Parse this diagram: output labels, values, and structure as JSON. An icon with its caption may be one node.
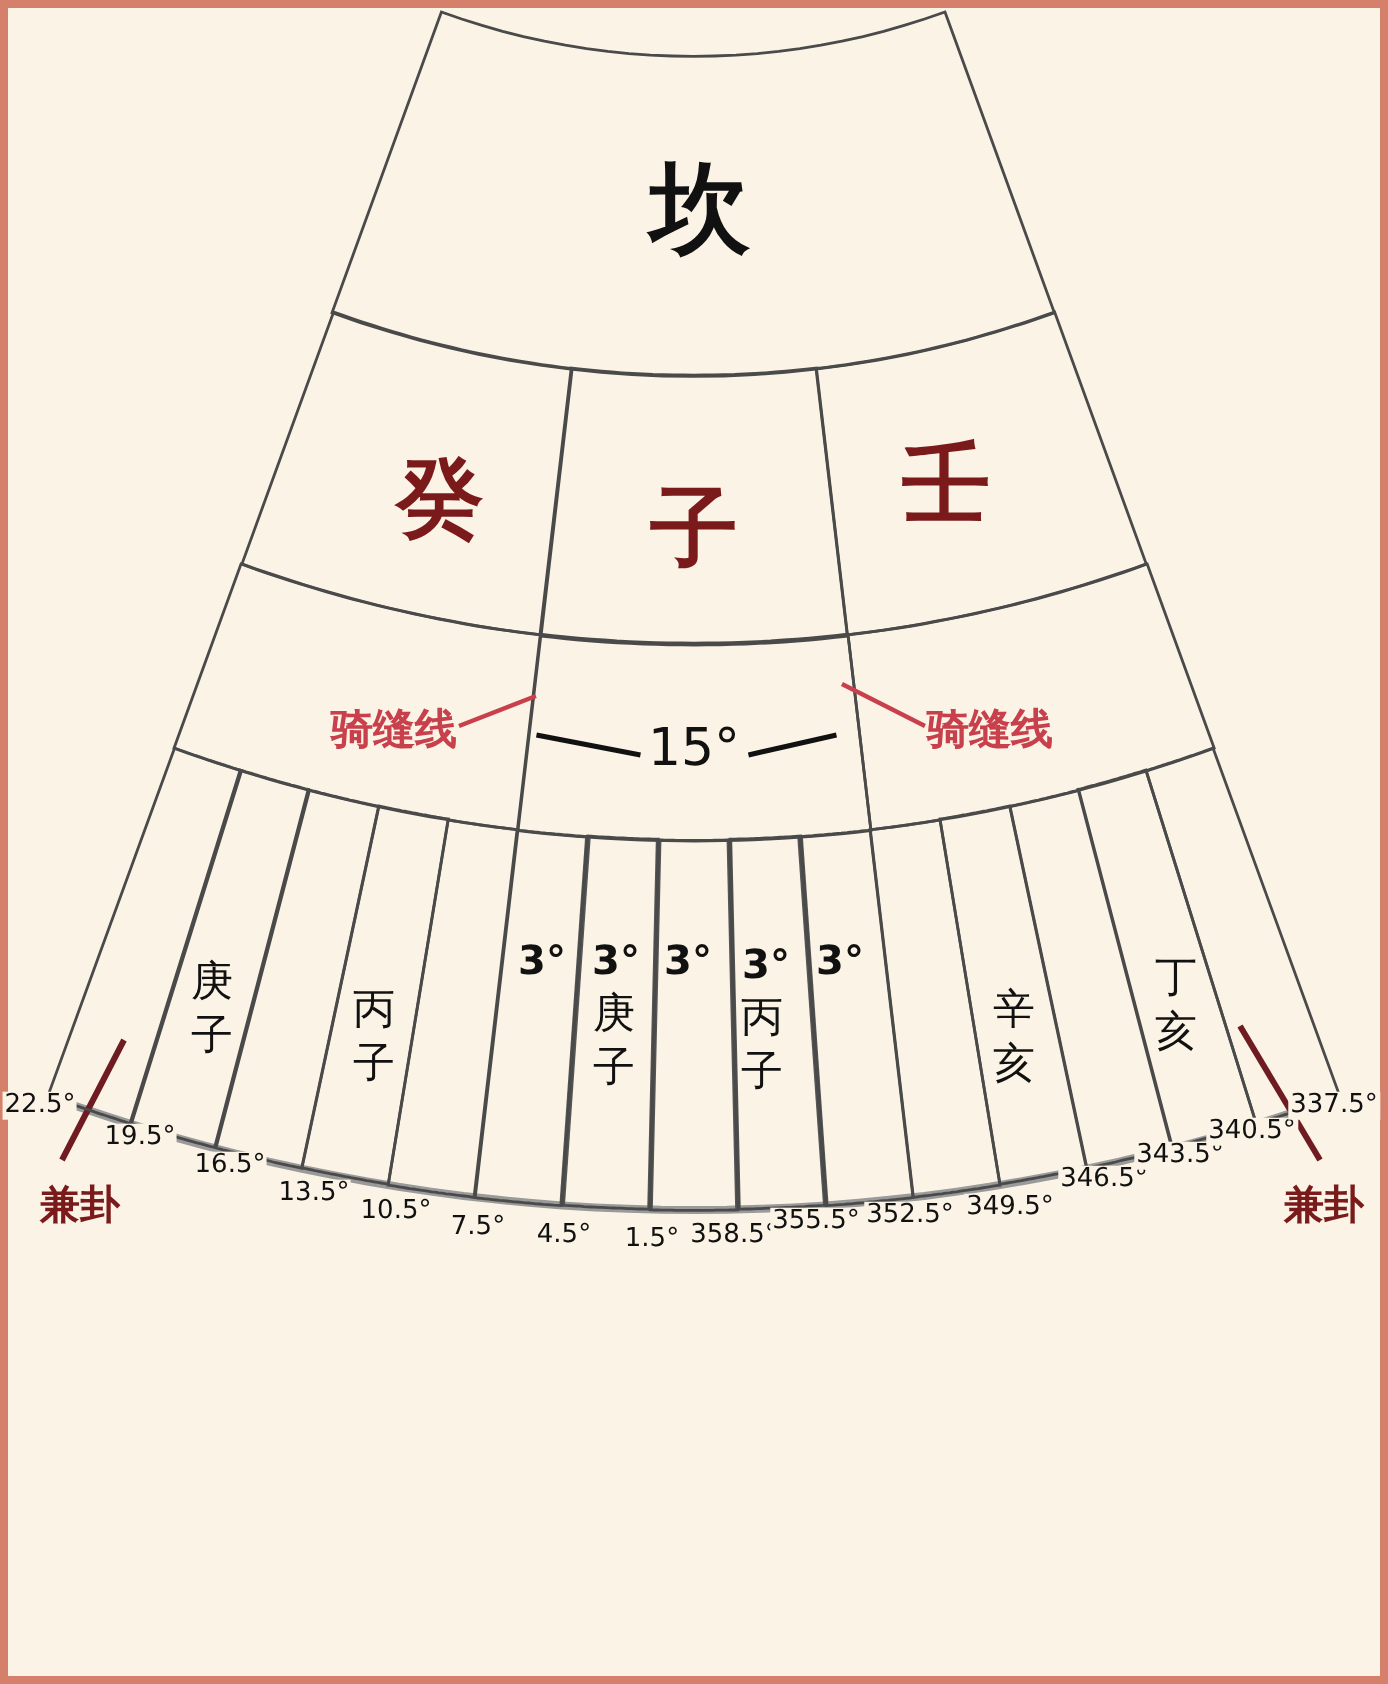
{
  "diagram": {
    "nodes": [
      {
        "text": [
          "坎"
        ]
      },
      {
        "text": [
          "癸"
        ]
      },
      {
        "text": [
          "子"
        ]
      },
      {
        "text": [
          "壬"
        ]
      },
      {
        "text": [],
        "shape": "sector"
      },
      {
        "text": [
          "骑缝线"
        ],
        "in": 4
      },
      {
        "text": [
          "15°"
        ]
      },
      {
        "text": [],
        "shape": "sector"
      },
      {
        "text": [
          "骑缝线"
        ],
        "in": 7
      },
      {
        "text": [],
        "shape": "sector"
      },
      {
        "text": [
          "庚子"
        ]
      },
      {
        "text": [],
        "shape": "sector"
      },
      {
        "text": [
          "丙子"
        ]
      },
      {
        "text": [],
        "shape": "sector"
      },
      {
        "text": [
          "3°"
        ]
      },
      {
        "text": [
          "3°",
          "庚子"
        ]
      },
      {
        "text": [
          "3°"
        ]
      },
      {
        "text": [
          "3°",
          "丙子"
        ]
      },
      {
        "text": [
          "3°"
        ]
      },
      {
        "text": [],
        "shape": "sector"
      },
      {
        "text": [
          "辛亥"
        ]
      },
      {
        "text": [],
        "shape": "sector"
      },
      {
        "text": [
          "丁亥"
        ]
      },
      {
        "text": [],
        "shape": "sector"
      }
    ],
    "edges": [
      {
        "from": 5,
        "to": 6,
        "arrow": "none"
      },
      {
        "from": 8,
        "to": 6,
        "arrow": "none"
      }
    ],
    "labels": [
      "22.5°",
      "19.5°",
      "16.5°",
      "13.5°",
      "10.5°",
      "7.5°",
      "4.5°",
      "1.5°",
      "358.5°",
      "355.5°",
      "352.5°",
      "349.5°",
      "346.5°",
      "343.5°",
      "340.5°",
      "337.5°",
      "兼卦",
      "兼卦"
    ]
  }
}
